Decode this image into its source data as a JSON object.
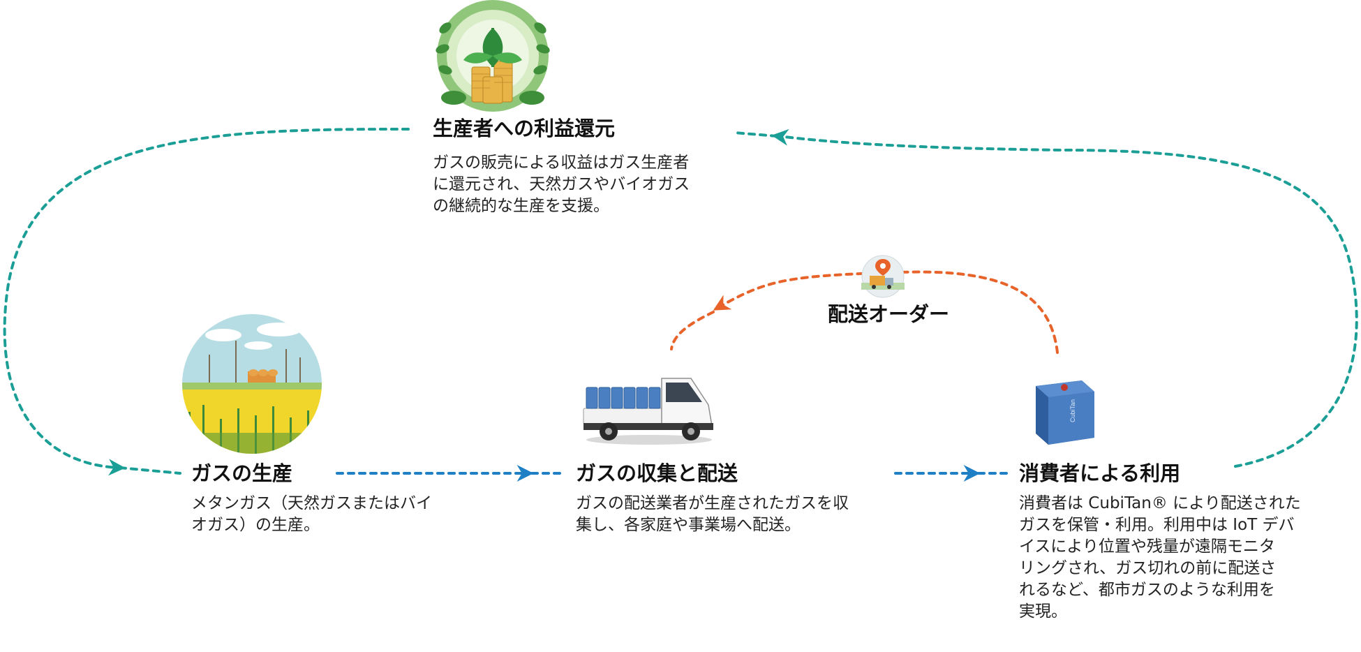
{
  "nodes": {
    "profit_return": {
      "title": "生産者への利益還元",
      "desc": "ガスの販売による収益はガス生産者\nに還元され、天然ガスやバイオガス\nの継続的な生産を支援。"
    },
    "gas_production": {
      "title": "ガスの生産",
      "desc": "メタンガス（天然ガスまたはバイ\nオガス）の生産。"
    },
    "collection_delivery": {
      "title": "ガスの収集と配送",
      "desc": "ガスの配送業者が生産されたガスを収\n集し、各家庭や事業場へ配送。"
    },
    "consumer_use": {
      "title": "消費者による利用",
      "desc": "消費者は CubiTan® により配送された\nガスを保管・利用。利用中は IoT デバ\nイスにより位置や残量が遠隔モニタ\nリングされ、ガス切れの前に配送さ\nれるなど、都市ガスのような利用を\n実現。"
    },
    "delivery_order": {
      "title": "配送オーダー"
    }
  },
  "tank_label": "CubiTan",
  "colors": {
    "teal": "#1a9e96",
    "blue": "#1f7fc4",
    "orange": "#e8632a"
  },
  "icons": [
    "coins-plant-icon",
    "field-plant-icon",
    "truck-icon",
    "cubitan-tank-icon",
    "delivery-order-icon"
  ]
}
